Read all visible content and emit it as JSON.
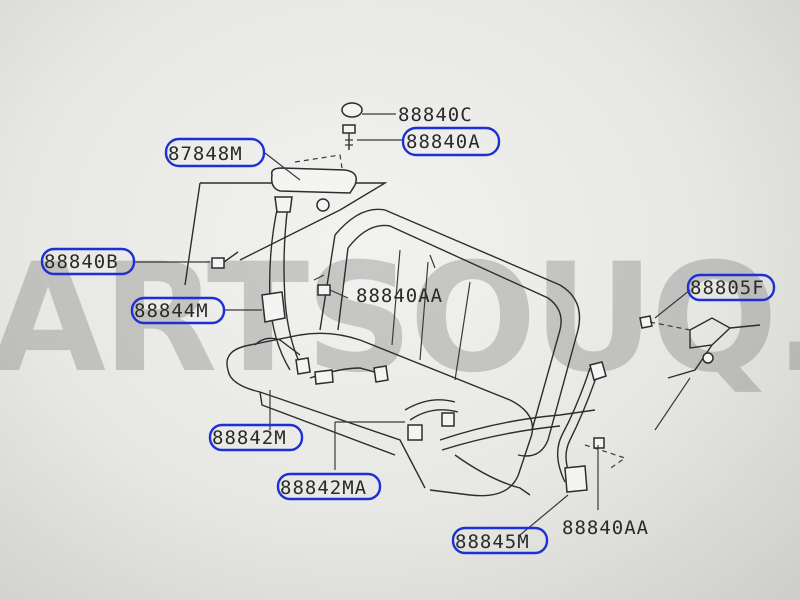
{
  "watermark": "ARTSOUQ.C",
  "callouts": [
    {
      "id": "87848M",
      "highlighted": true
    },
    {
      "id": "88840C",
      "highlighted": false
    },
    {
      "id": "88840A",
      "highlighted": true
    },
    {
      "id": "88840B",
      "highlighted": true
    },
    {
      "id": "88844M",
      "highlighted": true
    },
    {
      "id": "88840AA",
      "highlighted": false
    },
    {
      "id": "88805F",
      "highlighted": true
    },
    {
      "id": "88842M",
      "highlighted": true
    },
    {
      "id": "88842MA",
      "highlighted": true
    },
    {
      "id": "88845M",
      "highlighted": true
    },
    {
      "id": "88840AA",
      "highlighted": false
    }
  ],
  "colors": {
    "highlight": "#1d2fd6",
    "line": "#2d2d2d"
  }
}
